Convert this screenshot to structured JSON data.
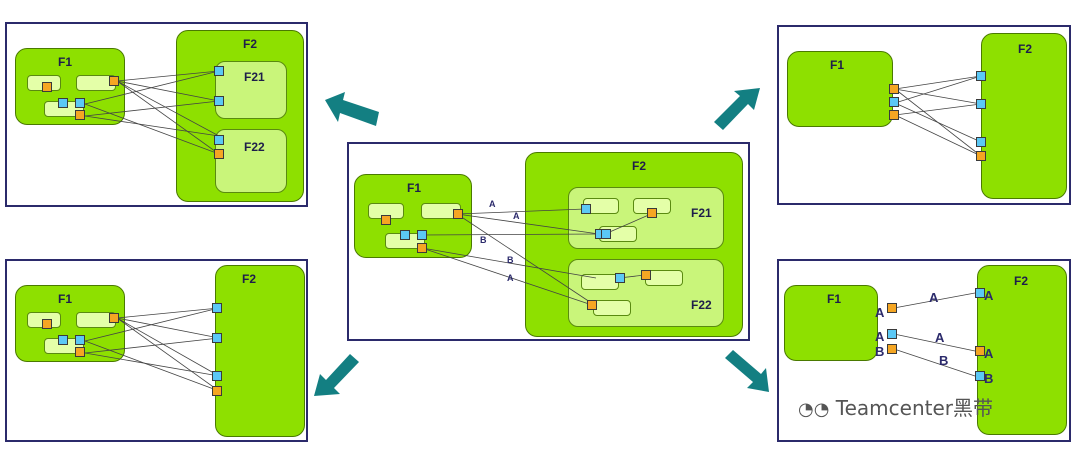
{
  "labels": {
    "f1": "F1",
    "f2": "F2",
    "f21": "F21",
    "f22": "F22"
  },
  "center_wires": {
    "a1": "A",
    "a2": "A",
    "b1": "B",
    "b2": "B",
    "a3": "A"
  },
  "br_wires": {
    "port_a_left": "A",
    "port_a_left2": "A",
    "port_b_left": "B",
    "wire_a1": "A",
    "wire_a2": "A",
    "wire_b": "B",
    "port_a_right1": "A",
    "port_a_right2": "A",
    "port_b_right": "B"
  },
  "watermark": "Teamcenter黑带",
  "colors": {
    "block_green": "#8ee000",
    "sub_green": "#c9f57a",
    "port_blue": "#5bc8f5",
    "port_orange": "#f5a623",
    "arrow_teal": "#137f82",
    "frame": "#2b2a6b"
  }
}
